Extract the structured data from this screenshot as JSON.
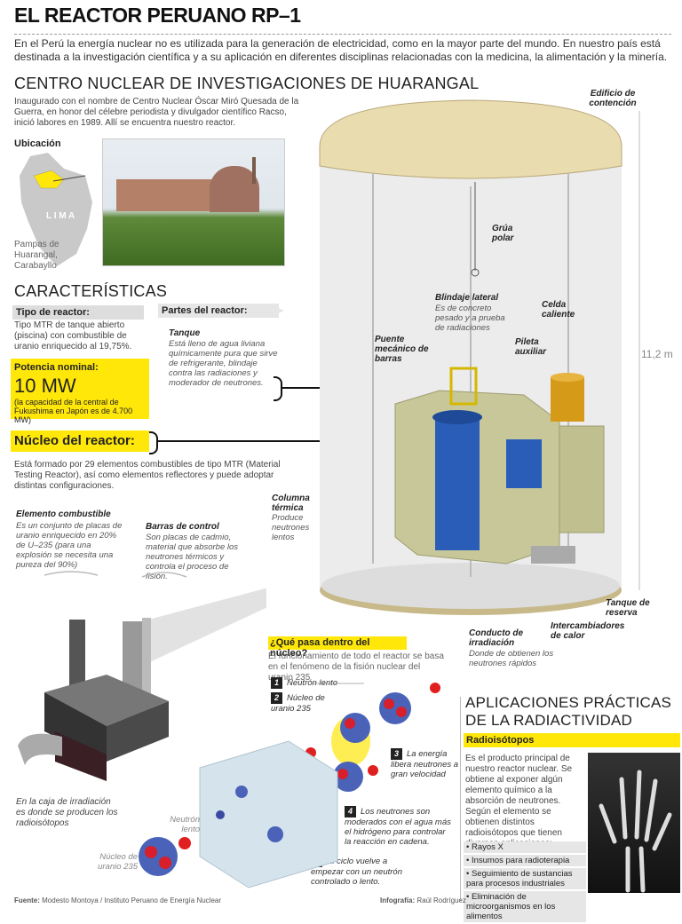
{
  "title": "EL REACTOR PERUANO RP–1",
  "intro": "En el Perú la energía nuclear no es utilizada para la generación de electricidad, como en la mayor parte del mundo. En nuestro país está destinada a la investigación científica y a su aplicación en diferentes disciplinas relacionadas con la medicina, la alimentación y la minería.",
  "centro": {
    "heading": "CENTRO NUCLEAR DE INVESTIGACIONES  DE HUARANGAL",
    "text": "Inaugurado con el nombre de Centro Nuclear Óscar Miró Quesada de la Guerra, en honor del célebre periodista y divulgador científico Racso, inició labores en 1989. Allí se encuentra nuestro reactor."
  },
  "ubicacion": {
    "label": "Ubicación",
    "city": "L I M A",
    "place": "Pampas de Huarangal, Carabayllo"
  },
  "caracteristicas": {
    "heading": "CARACTERÍSTICAS",
    "tipo_label": "Tipo de reactor:",
    "tipo_text": "Tipo MTR de tanque abierto (piscina) con combustible de uranio enriquecido al 19,75%.",
    "partes_label": "Partes del reactor:",
    "tanque_label": "Tanque",
    "tanque_text": "Está lleno de agua liviana químicamente pura que sirve de refrigerante, blindaje contra las radiaciones y moderador de neutrones.",
    "potencia_label": "Potencia nominal:",
    "potencia_value": "10 MW",
    "potencia_note": "(la capacidad de la central de Fukushima en Japón es de 4.700 MW)"
  },
  "nucleo": {
    "heading": "Núcleo del reactor:",
    "text": "Está formado por 29 elementos combustibles de tipo MTR (Material Testing Reactor), así como elementos reflectores y puede adoptar distintas configuraciones.",
    "elemento_label": "Elemento combustible",
    "elemento_text": "Es un conjunto de placas de uranio enriquecido en 20% de U–235 (para una explosión se necesita una pureza del 90%)",
    "barras_label": "Barras de control",
    "barras_text": "Son placas de cadmio, material que absorbe los neutrones térmicos y controla el proceso de fisión.",
    "irradiacion_text": "En la caja de irradiación es donde se producen los radioisótopos"
  },
  "reactor_labels": {
    "edificio": "Edificio de contención",
    "grua": "Grúa polar",
    "blindaje": "Blindaje lateral",
    "blindaje_sub": "Es de concreto pesado y a prueba de radiaciones",
    "celda": "Celda caliente",
    "puente": "Puente mecánico de barras",
    "pileta": "Pileta auxiliar",
    "altura": "11,2 m",
    "columna": "Columna térmica",
    "columna_sub": "Produce neutrones lentos",
    "tanque_reserva": "Tanque de reserva",
    "intercambiadores": "Intercambiadores de calor",
    "conducto": "Conducto de irradiación",
    "conducto_sub": "Donde de obtienen los neutrones rápidos"
  },
  "fision": {
    "heading": "¿Qué pasa dentro del núcleo?",
    "text": "El funcionamiento de todo el reactor se basa en el fenómeno de la fisión nuclear del uranio 235",
    "steps": [
      {
        "n": "1",
        "text": "Neutrón lento"
      },
      {
        "n": "2",
        "text": "Núcleo de uranio 235"
      },
      {
        "n": "3",
        "text": "La energía libera neutrones a gran velocidad"
      },
      {
        "n": "4",
        "text": "Los neutrones son moderados con el agua más el hidrógeno para controlar la reacción en cadena."
      },
      {
        "n": "5",
        "text": "El ciclo vuelve a empezar con un neutrón controlado o lento."
      }
    ],
    "neutron_lento": "Neutrón lento",
    "nucleo_235": "Núcleo de uranio 235"
  },
  "aplicaciones": {
    "heading": "APLICACIONES PRÁCTICAS DE LA RADIACTIVIDAD",
    "sub": "Radioisótopos",
    "text": "Es el producto principal de nuestro reactor nuclear. Se obtiene al exponer algún elemento químico a la absorción de neutrones. Según el elemento se obtienen distintos radioisótopos que tienen diversas aplicaciones:",
    "items": [
      "Rayos X",
      "Insumos para radioterapia",
      "Seguimiento de sustancias para procesos industriales",
      "Eliminación de microorganismos en los alimentos"
    ]
  },
  "footer": {
    "fuente_label": "Fuente:",
    "fuente": "Modesto Montoya / Instituto Peruano de Energía Nuclear",
    "info_label": "Infografía:",
    "info": "Raúl Rodríguez"
  },
  "colors": {
    "accent": "#ffe70a",
    "core_blue": "#2a5db8",
    "concrete": "#c8c79a",
    "dome": "#e9dcae"
  }
}
